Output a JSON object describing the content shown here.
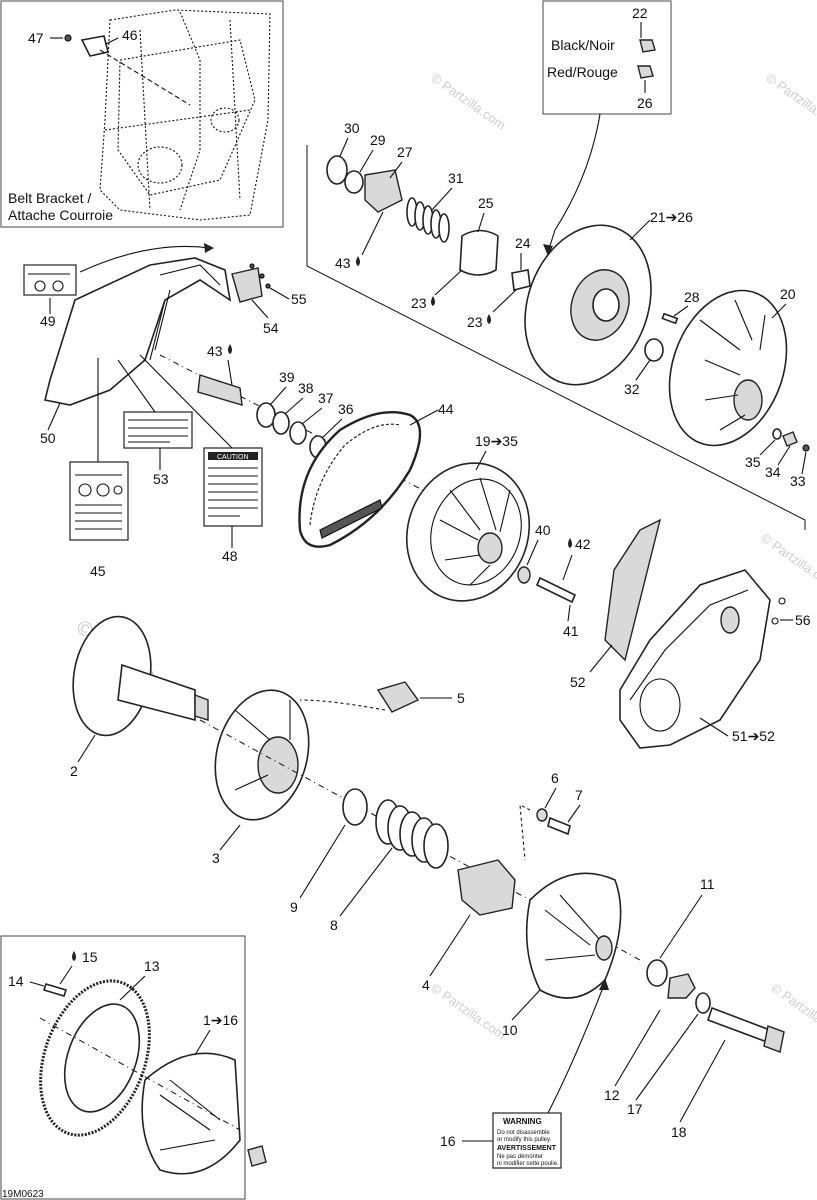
{
  "callouts": {
    "c1_16": "1➔16",
    "c2": "2",
    "c3": "3",
    "c4": "4",
    "c5": "5",
    "c6": "6",
    "c7": "7",
    "c8": "8",
    "c9": "9",
    "c10": "10",
    "c11": "11",
    "c12": "12",
    "c13": "13",
    "c14": "14",
    "c15": "15",
    "c16": "16",
    "c17": "17",
    "c18": "18",
    "c19_35": "19➔35",
    "c20": "20",
    "c21_26": "21➔26",
    "c22": "22",
    "c23a": "23",
    "c23b": "23",
    "c24": "24",
    "c25": "25",
    "c26": "26",
    "c27": "27",
    "c28": "28",
    "c29": "29",
    "c30": "30",
    "c31": "31",
    "c32": "32",
    "c33": "33",
    "c34": "34",
    "c35": "35",
    "c36": "36",
    "c37": "37",
    "c38": "38",
    "c39": "39",
    "c40": "40",
    "c41": "41",
    "c42": "42",
    "c43a": "43",
    "c43b": "43",
    "c44": "44",
    "c45": "45",
    "c46": "46",
    "c47": "47",
    "c48": "48",
    "c49": "49",
    "c50": "50",
    "c51_52": "51➔52",
    "c52": "52",
    "c53": "53",
    "c54": "54",
    "c55": "55",
    "c56": "56"
  },
  "legend": {
    "black_label": "Black/Noir",
    "red_label": "Red/Rouge"
  },
  "inset": {
    "belt_bracket_line1": "Belt Bracket /",
    "belt_bracket_line2": "Attache Courroie"
  },
  "labels": {
    "caution_title": "CAUTION",
    "warning_title": "WARNING",
    "warning_line1": "Do not disassemble",
    "warning_line2": "or modify this pulley.",
    "avertissement_title": "AVERTISSEMENT",
    "avert_line1": "Ne pas démonter",
    "avert_line2": "ni modifier cette poulie."
  },
  "watermark": {
    "text": "© Partzilla.com"
  },
  "diagram_code": "19M0623",
  "icons": {
    "lubricant_drop": "oil-drop-icon",
    "arrow": "right-arrow-glyph",
    "copyright": "copyright-symbol"
  }
}
